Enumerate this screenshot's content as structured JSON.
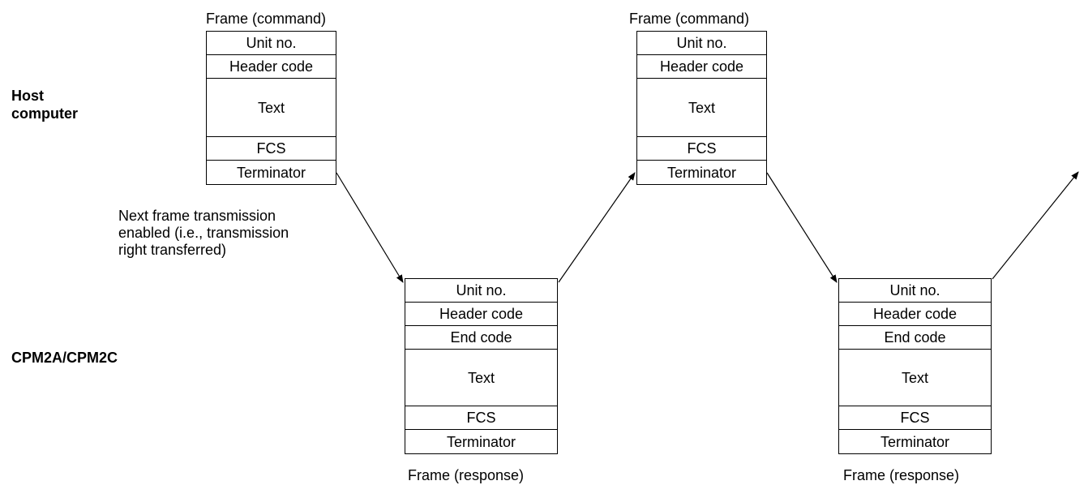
{
  "sides": {
    "host": "Host\ncomputer",
    "plc": "CPM2A/CPM2C"
  },
  "note": "Next frame transmission\nenabled (i.e., transmission\nright transferred)",
  "command_frames": [
    {
      "caption": "Frame (command)",
      "fields": [
        "Unit no.",
        "Header code",
        "Text",
        "FCS",
        "Terminator"
      ]
    },
    {
      "caption": "Frame (command)",
      "fields": [
        "Unit no.",
        "Header code",
        "Text",
        "FCS",
        "Terminator"
      ]
    }
  ],
  "response_frames": [
    {
      "caption": "Frame (response)",
      "fields": [
        "Unit no.",
        "Header code",
        "End code",
        "Text",
        "FCS",
        "Terminator"
      ]
    },
    {
      "caption": "Frame (response)",
      "fields": [
        "Unit no.",
        "Header code",
        "End code",
        "Text",
        "FCS",
        "Terminator"
      ]
    }
  ],
  "colors": {
    "line": "#000000",
    "background": "#ffffff"
  }
}
